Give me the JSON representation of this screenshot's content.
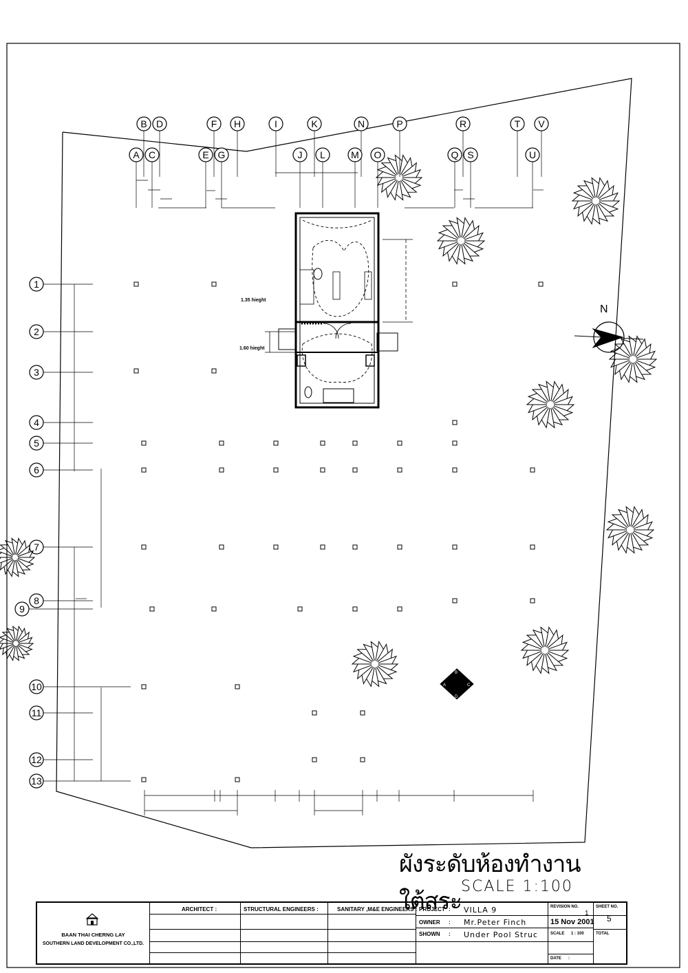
{
  "column_grid": {
    "top_row": [
      "B",
      "D",
      "F",
      "H",
      "I",
      "K",
      "N",
      "P",
      "R",
      "T",
      "V"
    ],
    "bottom_row": [
      "A",
      "C",
      "E",
      "G",
      "J",
      "L",
      "M",
      "O",
      "Q",
      "S",
      "U"
    ]
  },
  "row_grid": [
    "1",
    "2",
    "3",
    "4",
    "5",
    "6",
    "7",
    "8",
    "9",
    "10",
    "11",
    "12",
    "13"
  ],
  "annotations": {
    "height_1": "1.35 hieght",
    "height_2": "1.60 hieght",
    "north": "N",
    "section_marks": [
      "A",
      "B",
      "C",
      "D"
    ]
  },
  "drawing_title": "ผังระดับห้องทำงาน ใต้สระ",
  "scale_text": "SCALE 1:100",
  "title_block": {
    "company_line_1": "BAAN THAI CHERNG LAY",
    "company_line_2": "SOUTHERN LAND DEVELOPMENT CO.,LTD.",
    "architect_label": "ARCHITECT :",
    "structural_label": "STRUCTURAL ENGINEERS :",
    "sanitary_label": "SANITARY ,M&E ENGINEERS :",
    "project_label": "PROJECT",
    "project_value": "VILLA 9",
    "owner_label": "OWNER",
    "owner_value": "Mr.Peter  Finch",
    "shown_label": "SHOWN",
    "shown_value": "Under Pool Struc",
    "colon": ":",
    "revision_label": "REVISION NO.",
    "revision_value": "1",
    "date_value": "15 Nov 2001",
    "scale_label": "SCALE",
    "scale_value": "1 : 100",
    "date_label": "DATE",
    "date_colon": ":",
    "sheet_label": "SHEET NO.",
    "sheet_value": "5",
    "total_label": "TOTAL"
  }
}
